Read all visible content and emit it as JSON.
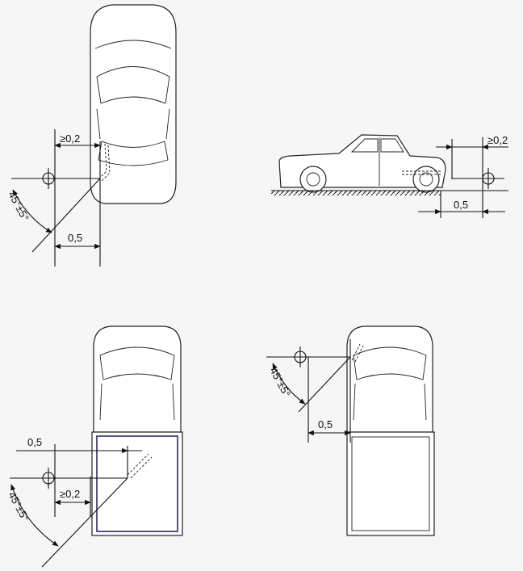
{
  "labels": {
    "d1_min": "≥0,2",
    "d1_dist": "0,5",
    "d1_angle": "45°±5°",
    "d2_min": "≥0,2",
    "d2_dist": "0,5",
    "d3_dist": "0,5",
    "d3_min": "≥0,2",
    "d3_angle": "45°±5°",
    "d4_angle": "45°±5°",
    "d4_dist": "0,5"
  },
  "colors": {
    "line": "#111111",
    "accent_blue": "#2a2a6a",
    "background": "#f6f6f6"
  }
}
